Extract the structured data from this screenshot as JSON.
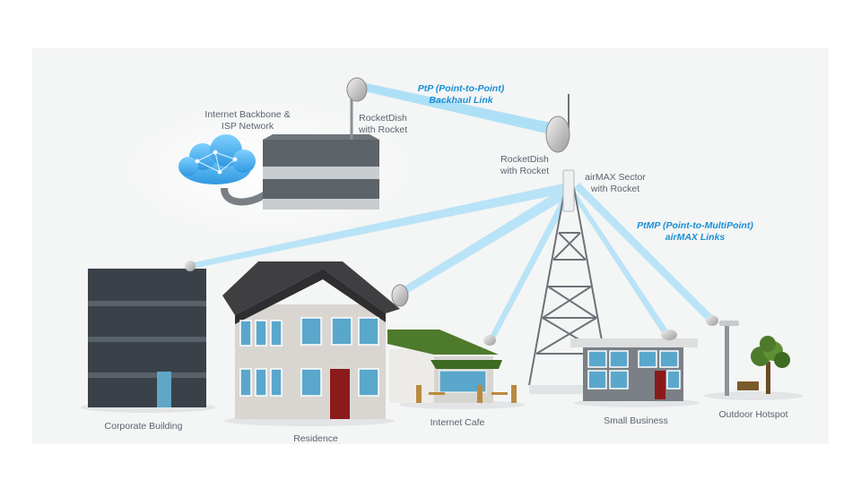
{
  "labels": {
    "backbone": [
      "Internet Backbone &",
      "ISP Network"
    ],
    "rocketdish_top": [
      "RocketDish",
      "with Rocket"
    ],
    "ptp_link": [
      "PtP (Point-to-Point)",
      "Backhaul Link"
    ],
    "rocketdish_tower": [
      "RocketDish",
      "with Rocket"
    ],
    "airmax_sector": [
      "airMAX Sector",
      "with Rocket"
    ],
    "ptmp_link": [
      "PtMP (Point-to-MultiPoint)",
      "airMAX Links"
    ],
    "corporate": "Corporate Building",
    "residence": "Residence",
    "cafe": "Internet Cafe",
    "small_business": "Small Business",
    "hotspot": "Outdoor Hotspot"
  },
  "colors": {
    "link_blue": "#9dd8f3",
    "label_blue": "#1a8fd6",
    "cloud_blue": "#4fb4f0",
    "building_dark": "#3a4148",
    "roof_green": "#4e7a2c",
    "door_red": "#8b1a1a"
  }
}
